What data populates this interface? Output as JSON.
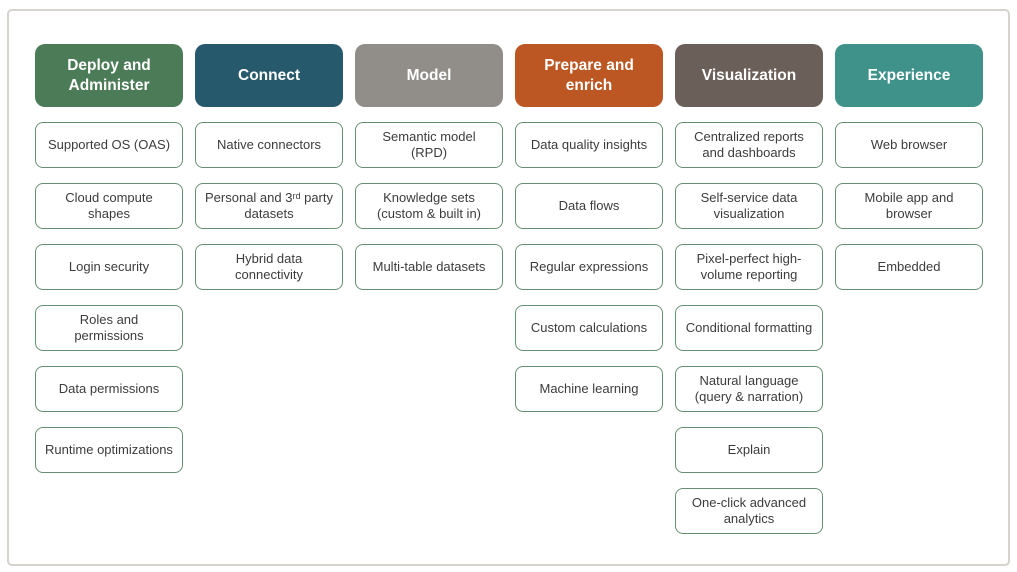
{
  "styles": {
    "frame_border_color": "#d6d3cd",
    "card_border_color": "#678f72",
    "card_text_color": "#3c3c3c",
    "header_text_color": "#ffffff"
  },
  "columns": [
    {
      "title": "Deploy and Administer",
      "color": "#4c7b58",
      "items": [
        "Supported OS (OAS)",
        "Cloud compute shapes",
        "Login security",
        "Roles and permissions",
        "Data permissions",
        "Runtime optimizations"
      ]
    },
    {
      "title": "Connect",
      "color": "#27596d",
      "items": [
        "Native connectors",
        "Personal and 3ʳᵈ party datasets",
        "Hybrid data connectivity"
      ]
    },
    {
      "title": "Model",
      "color": "#918e8a",
      "items": [
        "Semantic model (RPD)",
        "Knowledge sets (custom & built in)",
        "Multi-table datasets"
      ]
    },
    {
      "title": "Prepare and enrich",
      "color": "#bc5723",
      "items": [
        "Data quality insights",
        "Data flows",
        "Regular expressions",
        "Custom calculations",
        "Machine learning"
      ]
    },
    {
      "title": "Visualization",
      "color": "#6b6059",
      "items": [
        "Centralized reports and dashboards",
        "Self-service data visualization",
        "Pixel-perfect high-volume reporting",
        "Conditional formatting",
        "Natural language (query & narration)",
        "Explain",
        "One-click advanced analytics"
      ]
    },
    {
      "title": "Experience",
      "color": "#3f928a",
      "items": [
        "Web browser",
        "Mobile app and browser",
        "Embedded"
      ]
    }
  ]
}
